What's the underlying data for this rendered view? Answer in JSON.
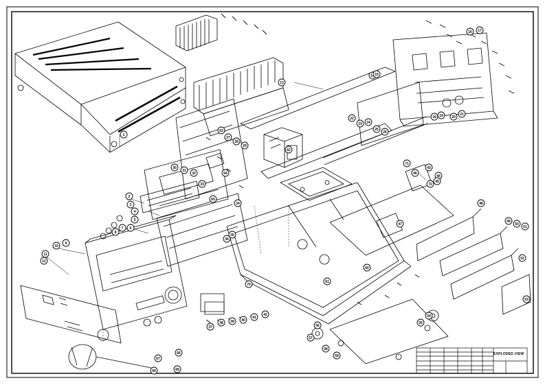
{
  "drawing": {
    "title": "EXPLODED VIEW"
  },
  "callouts": [
    "1",
    "2",
    "3",
    "4",
    "5",
    "6",
    "7",
    "8",
    "9",
    "10",
    "11",
    "12",
    "13",
    "14",
    "15",
    "16",
    "17",
    "18",
    "19",
    "20",
    "21",
    "22",
    "23",
    "24",
    "25",
    "26",
    "27",
    "28",
    "29",
    "30",
    "31",
    "32",
    "33",
    "34",
    "35",
    "36",
    "37",
    "38",
    "39",
    "40",
    "41",
    "42",
    "43",
    "44",
    "45",
    "46",
    "47",
    "48",
    "49",
    "50",
    "51",
    "52",
    "53",
    "54",
    "55",
    "56",
    "57",
    "58",
    "59",
    "60",
    "61",
    "62",
    "63",
    "64",
    "65",
    "66",
    "67",
    "68",
    "69",
    "70",
    "71",
    "72"
  ]
}
